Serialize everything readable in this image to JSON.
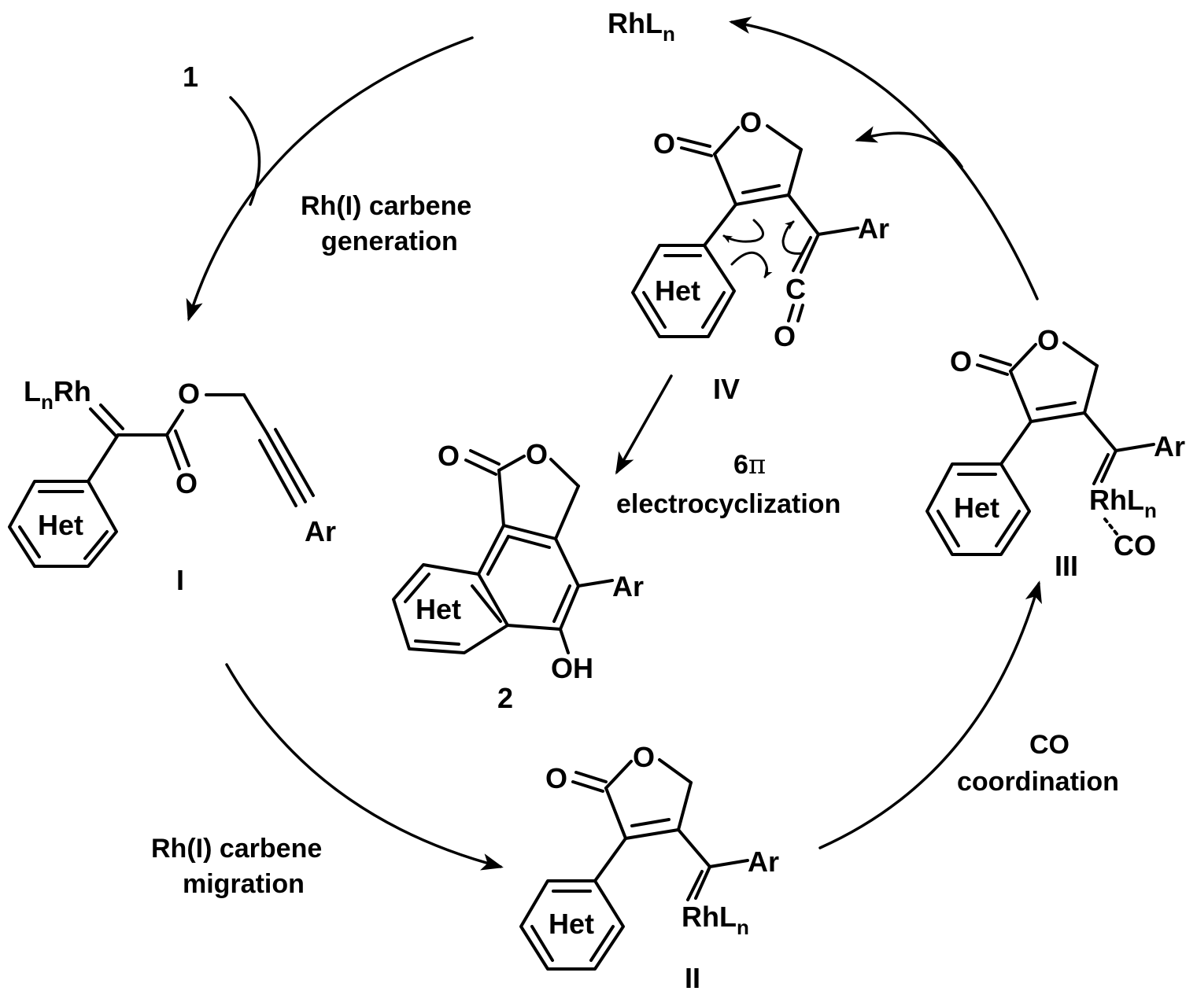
{
  "catalyst": {
    "label": "RhL",
    "subscript": "n"
  },
  "reactant": "1",
  "product": "2",
  "steps": {
    "carbene_generation": [
      "Rh(I) carbene",
      "generation"
    ],
    "carbene_migration": [
      "Rh(I) carbene",
      "migration"
    ],
    "co_coordination": [
      "CO",
      "coordination"
    ],
    "electrocyclization": {
      "pi_prefix": "6",
      "pi_symbol": "π",
      "line2": "electrocyclization"
    }
  },
  "intermediates": {
    "I": {
      "label": "I"
    },
    "II": {
      "label": "II"
    },
    "III": {
      "label": "III"
    },
    "IV": {
      "label": "IV"
    }
  },
  "atoms": {
    "O": "O",
    "C": "C",
    "Ar": "Ar",
    "Het": "Het",
    "OH": "OH",
    "CO": "CO",
    "LnRh_L": "L",
    "LnRh_n": "n",
    "LnRh_Rh": "Rh",
    "RhLn_RhL": "RhL",
    "RhLn_n": "n"
  }
}
